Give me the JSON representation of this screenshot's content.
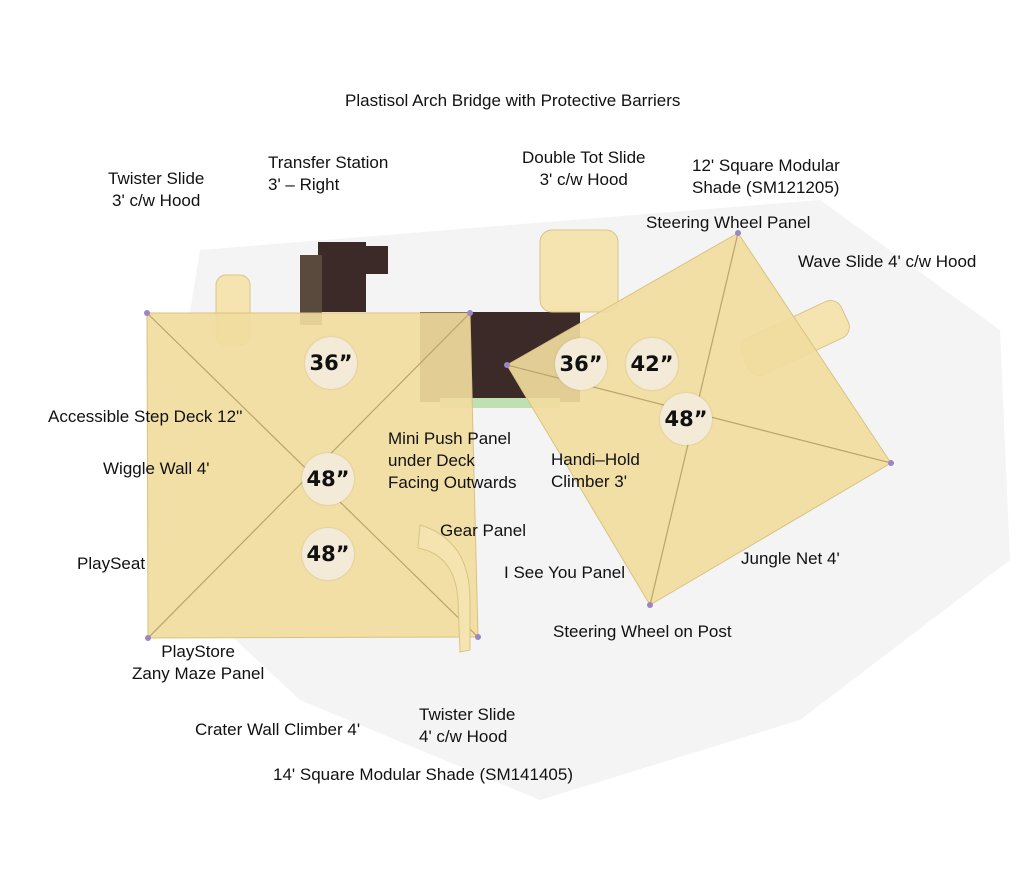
{
  "colors": {
    "shade_fill": "#f1dc9e",
    "shade_edge": "#d9c281",
    "deck_dark": "#3b2a28",
    "slide_yellow": "#f5e4b0",
    "post_purple": "#9a87c2",
    "badge_bg": "#f3ead8",
    "label_text": "#111111"
  },
  "labels": {
    "bridge": "Plastisol Arch Bridge with Protective Barriers",
    "twister_3": "Twister Slide\n3' c/w Hood",
    "transfer_station": "Transfer Station\n3' – Right",
    "double_tot": "Double Tot Slide\n3' c/w Hood",
    "shade_12": "12' Square Modular\nShade (SM121205)",
    "steering_panel": "Steering Wheel Panel",
    "wave_slide": "Wave Slide 4' c/w Hood",
    "step_deck": "Accessible Step Deck 12''",
    "mini_push": "Mini Push Panel\nunder Deck\nFacing Outwards",
    "handi_hold": "Handi–Hold\nClimber 3'",
    "wiggle_wall": "Wiggle Wall 4'",
    "gear_panel": "Gear Panel",
    "playseat": "PlaySeat",
    "i_see_you": "I See You Panel",
    "jungle_net": "Jungle Net 4'",
    "steering_post": "Steering Wheel on Post",
    "playstore": "PlayStore\nZany Maze Panel",
    "crater_wall": "Crater Wall Climber 4'",
    "twister_4": "Twister Slide\n4' c/w Hood",
    "shade_14": "14' Square Modular Shade (SM141405)"
  },
  "heights": {
    "left_top": "36”",
    "left_mid": "48”",
    "left_bottom": "48”",
    "right_a": "36”",
    "right_b": "42”",
    "right_c": "48”"
  }
}
